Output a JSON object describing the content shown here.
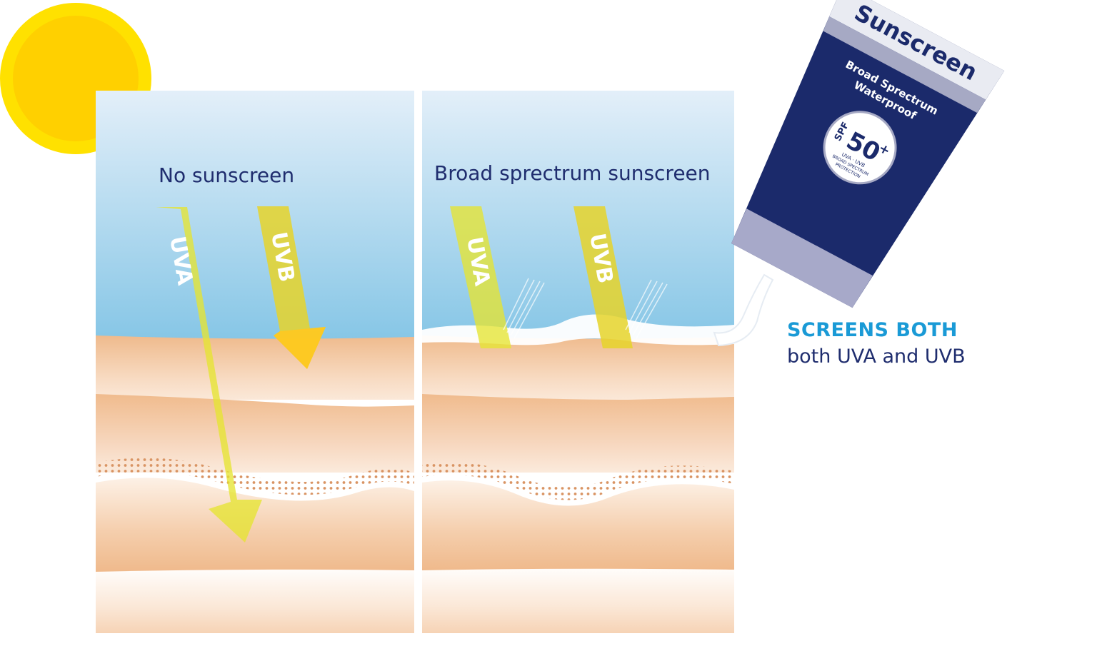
{
  "panels": [
    {
      "title": "No sunscreen"
    },
    {
      "title": "Broad sprectrum sunscreen"
    }
  ],
  "rays": {
    "uva": "UVA",
    "uvb": "UVB"
  },
  "tube": {
    "brand": "Sunscreen",
    "line1": "Broad Sprectrum",
    "line2": "Waterproof",
    "spf_prefix": "SPF",
    "spf_value": "50",
    "spf_plus": "+",
    "badge_line1": "UVA · UVB",
    "badge_line2": "BROAD SPECTRUM",
    "badge_line3": "PROTECTION"
  },
  "caption": {
    "headline": "SCREENS BOTH",
    "subline": "both UVA and UVB"
  },
  "colors": {
    "sun": "#ffd700",
    "sky_top": "#dcecf8",
    "sky_bottom": "#8ecbe8",
    "skin": "#f0b988",
    "ray": "#e8e633",
    "uvb_tip": "#ffc820",
    "tube_body": "#1b2a6b",
    "caption_headline": "#1a9ad6",
    "text_dark": "#1f2d6e"
  }
}
